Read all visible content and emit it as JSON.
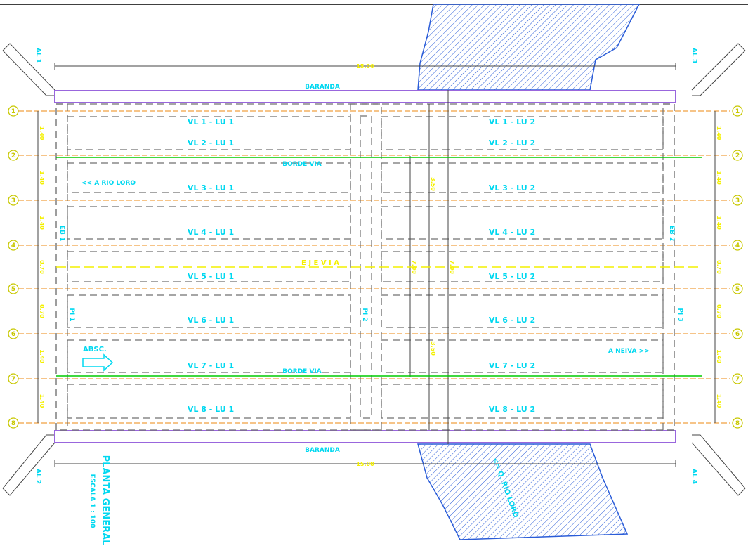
{
  "labels": {
    "baranda_top": "BARANDA",
    "baranda_bottom": "BARANDA",
    "borde_via_top": "BORDE VIA",
    "borde_via_bottom": "BORDE VIA",
    "eje_via": "E J E   V I A",
    "left_direction": "<< A RIO LORO",
    "right_direction": "A NEIVA >>",
    "absc": "ABSC.",
    "river": "<= Q. RIO LORO",
    "title": "PLANTA GENERAL",
    "scale": "ESCALA 1 : 100",
    "al1": "AL 1",
    "al2": "AL 2",
    "al3": "AL 3",
    "al4": "AL 4",
    "eb1": "EB 1",
    "eb2": "EB 2",
    "pi1": "PI 1",
    "pi2": "PI 2",
    "pi3": "PI 3"
  },
  "axes": [
    "1",
    "2",
    "3",
    "4",
    "5",
    "6",
    "7",
    "8"
  ],
  "beams_left": [
    "VL 1 - LU 1",
    "VL 2 - LU 1",
    "VL 3 - LU 1",
    "VL 4 - LU 1",
    "VL 5 - LU 1",
    "VL 6 - LU 1",
    "VL 7 - LU 1",
    "VL 8 - LU 1"
  ],
  "beams_right": [
    "VL 1 - LU 2",
    "VL 2 - LU 2",
    "VL 3 - LU 2",
    "VL 4 - LU 2",
    "VL 5 - LU 2",
    "VL 6 - LU 2",
    "VL 7 - LU 2",
    "VL 8 - LU 2"
  ],
  "dims": {
    "top_span": "15.00",
    "bottom_span": "15.00",
    "spacing": "1.40",
    "spacing_half": "0.70",
    "mid_upper": "3.50",
    "mid_lower": "3.50",
    "mid_a": "7.00",
    "mid_b": "7.00"
  },
  "colors": {
    "axis_line": "#f0a040",
    "beam_outline": "#707070",
    "label": "#00d8f0",
    "dim_text": "#f4f000",
    "borde_via": "#00cc00",
    "baranda": "#9966dd",
    "river_fill": "#2a5cd8"
  }
}
